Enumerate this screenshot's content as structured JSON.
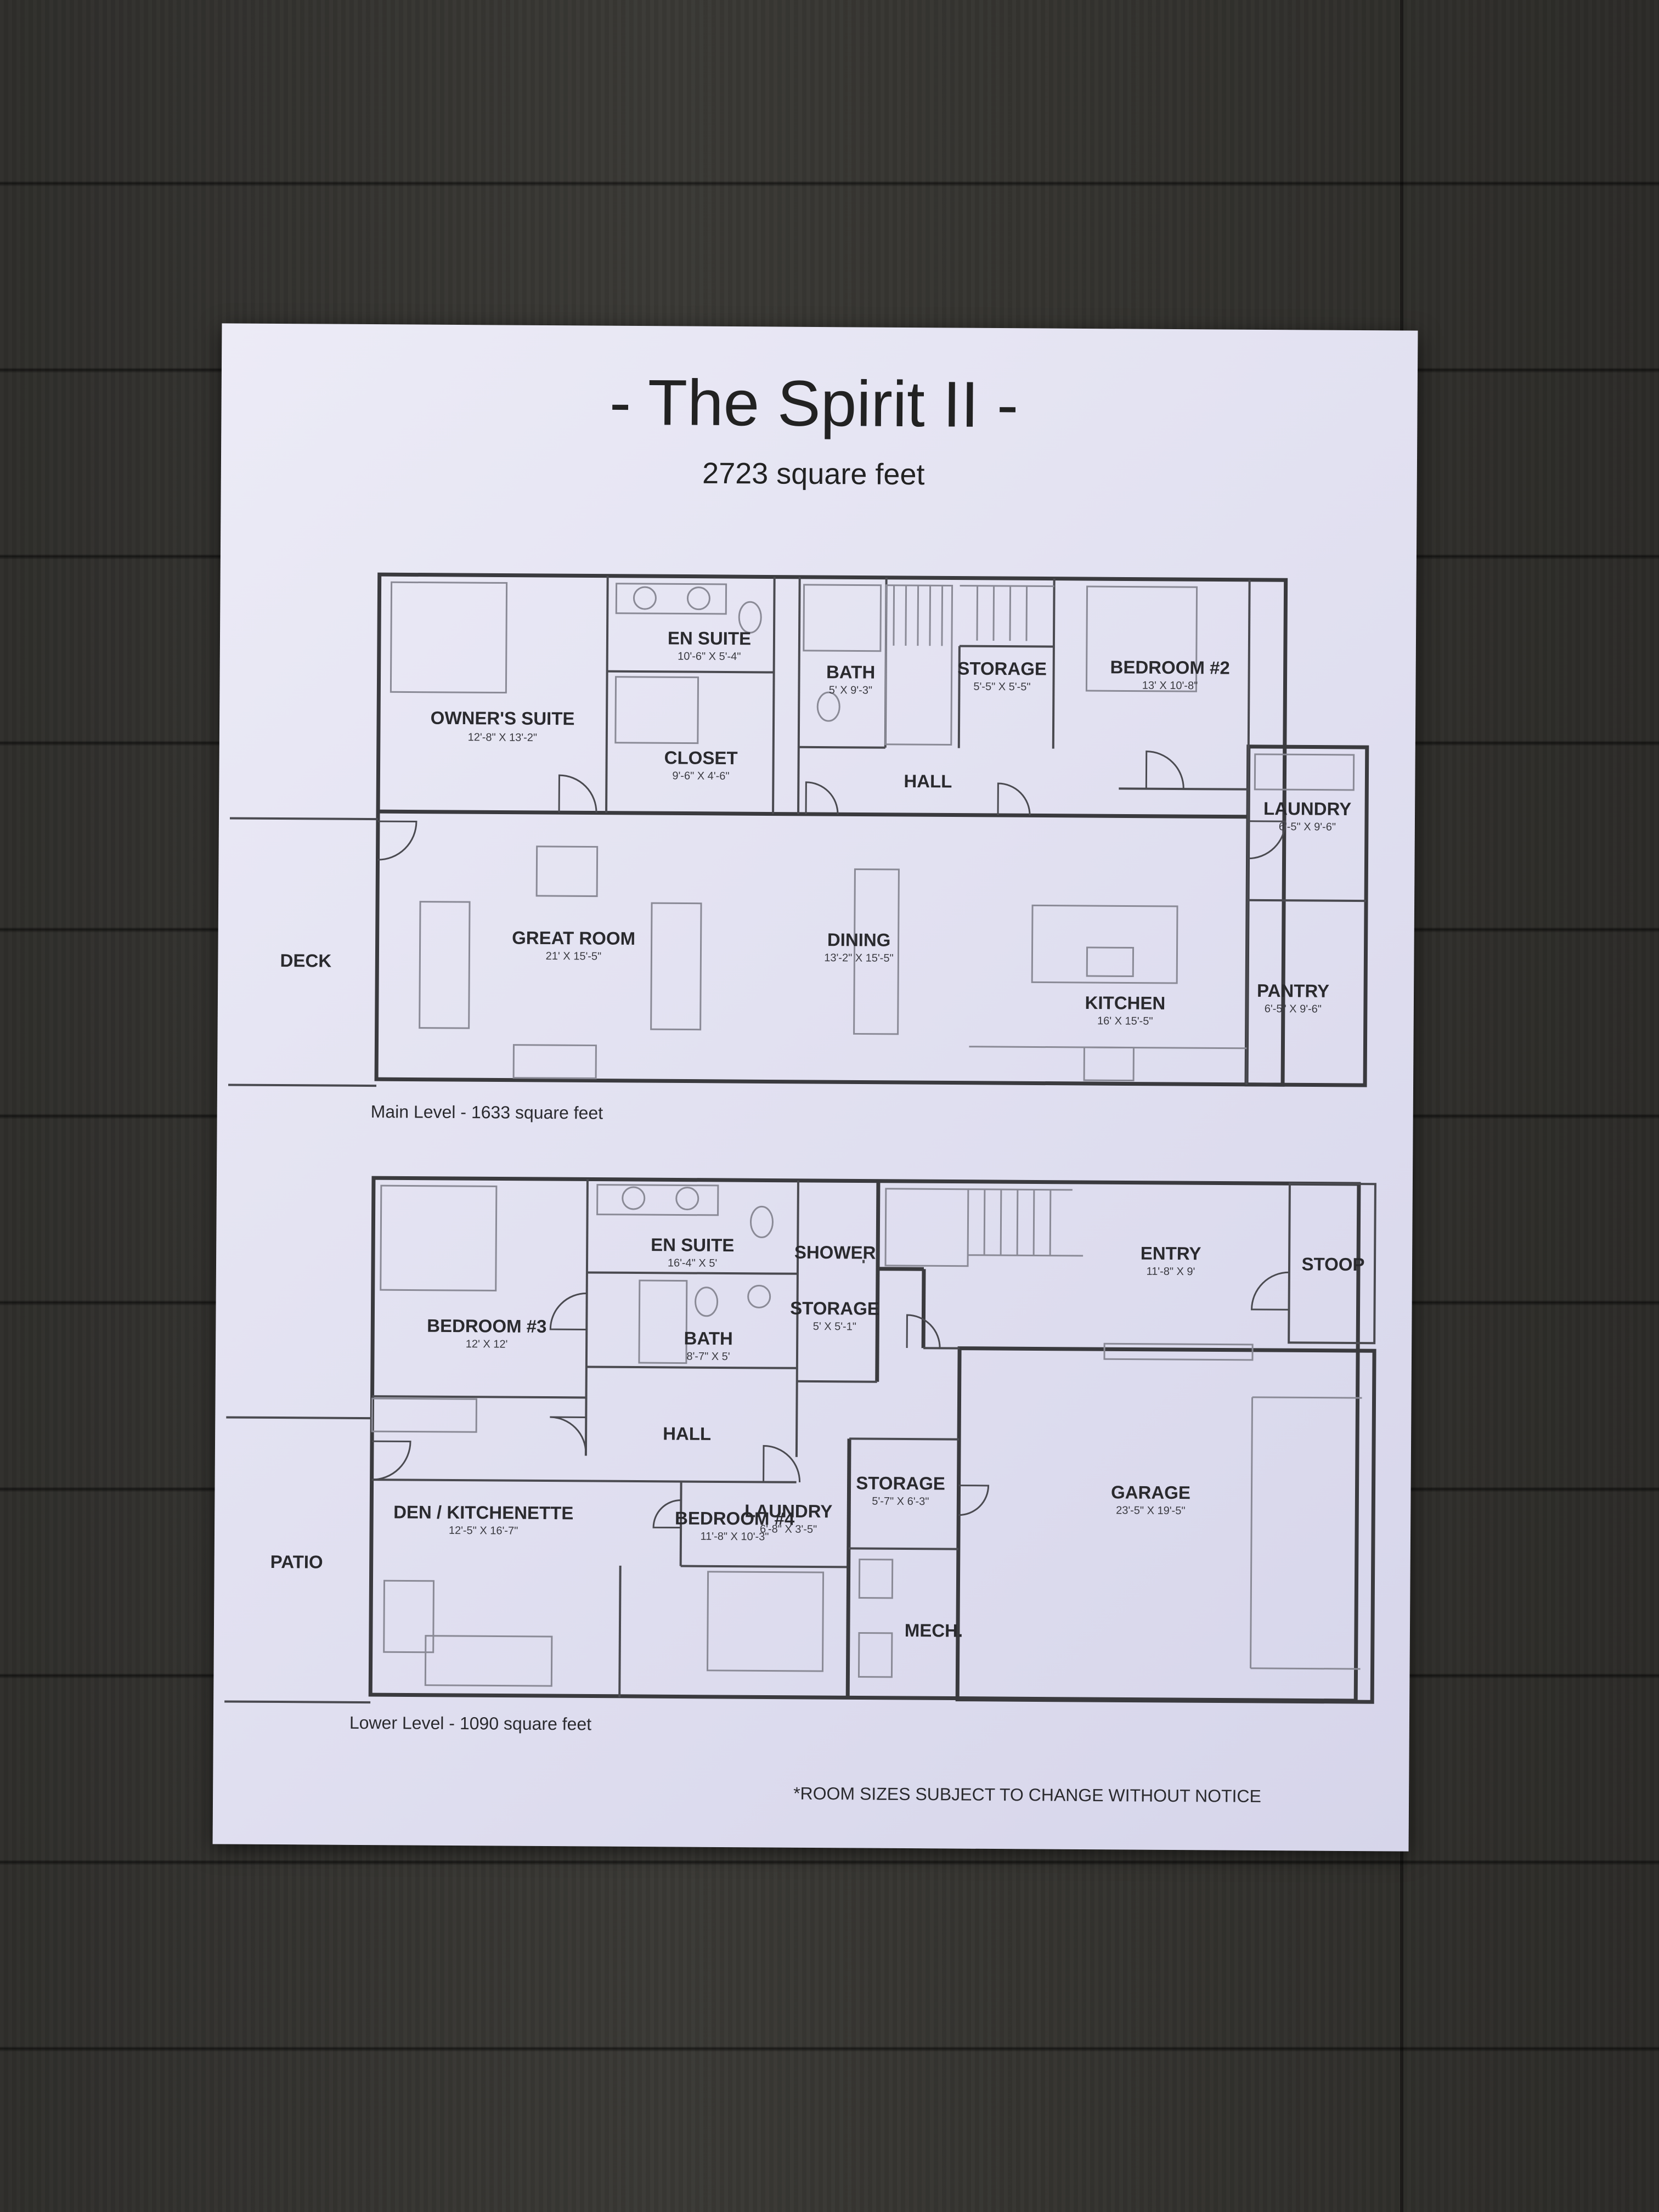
{
  "title": "-  The Spirit II  -",
  "subtitle": "2723 square feet",
  "main_level": {
    "caption": "Main Level - 1633  square feet",
    "exterior": [
      "DECK"
    ],
    "rooms": [
      {
        "name": "OWNER'S SUITE",
        "dim": "12'-8\" X 13'-2\""
      },
      {
        "name": "EN SUITE",
        "dim": "10'-6\" X 5'-4\""
      },
      {
        "name": "CLOSET",
        "dim": "9'-6\" X 4'-6\""
      },
      {
        "name": "BATH",
        "dim": "5' X 9'-3\""
      },
      {
        "name": "STORAGE",
        "dim": "5'-5\" X 5'-5\""
      },
      {
        "name": "BEDROOM #2",
        "dim": "13' X 10'-8\""
      },
      {
        "name": "HALL",
        "dim": ""
      },
      {
        "name": "LAUNDRY",
        "dim": "6'-5\" X 9'-6\""
      },
      {
        "name": "GREAT ROOM",
        "dim": "21' X 15'-5\""
      },
      {
        "name": "DINING",
        "dim": "13'-2\" X 15'-5\""
      },
      {
        "name": "KITCHEN",
        "dim": "16' X 15'-5\""
      },
      {
        "name": "PANTRY",
        "dim": "6'-5\" X 9'-6\""
      }
    ]
  },
  "lower_level": {
    "caption": "Lower Level - 1090  square feet",
    "exterior": [
      "STOOP",
      "PATIO"
    ],
    "rooms": [
      {
        "name": "EN SUITE",
        "dim": "16'-4\" X 5'"
      },
      {
        "name": "SHOWER",
        "dim": ""
      },
      {
        "name": "BEDROOM #3",
        "dim": "12' X 12'"
      },
      {
        "name": "BATH",
        "dim": "8'-7\" X 5'"
      },
      {
        "name": "STORAGE",
        "dim": "5' X 5'-1\""
      },
      {
        "name": "ENTRY",
        "dim": "11'-8\" X 9'"
      },
      {
        "name": "HALL",
        "dim": ""
      },
      {
        "name": "LAUNDRY",
        "dim": "6'-8\" X 3'-5\""
      },
      {
        "name": "STORAGE",
        "dim": "5'-7\" X 6'-3\""
      },
      {
        "name": "GARAGE",
        "dim": "23'-5\" X 19'-5\""
      },
      {
        "name": "DEN / KITCHENETTE",
        "dim": "12'-5\" X 16'-7\""
      },
      {
        "name": "BEDROOM #4",
        "dim": "11'-8\" X 10'-3\""
      },
      {
        "name": "MECH.",
        "dim": ""
      }
    ]
  },
  "footnote": "*ROOM SIZES SUBJECT TO CHANGE WITHOUT NOTICE"
}
